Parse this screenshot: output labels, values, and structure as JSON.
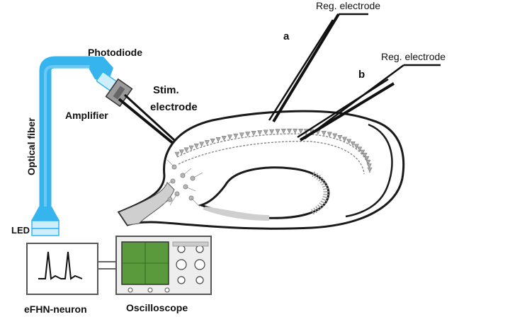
{
  "labels": {
    "photodiode": "Photodiode",
    "optical_fiber": "Optical fiber",
    "amplifier": "Amplifier",
    "stim_electrode_line1": "Stim.",
    "stim_electrode_line2": "electrode",
    "reg_electrode_a": "Reg. electrode",
    "reg_electrode_b": "Reg. electrode",
    "marker_a": "a",
    "marker_b": "b",
    "led": "LED",
    "efhn_neuron": "eFHN-neuron",
    "oscilloscope": "Oscilloscope"
  },
  "colors": {
    "fiber": "#35b4ee",
    "fiber_highlight": "#cfeefc",
    "scope_screen": "#5a9a3c",
    "tissue_gray": "#cfcfcf",
    "outline": "#1a1a1a"
  },
  "icons": {
    "neuron_box": "spike-waveform-icon",
    "oscilloscope": "oscilloscope-icon"
  }
}
